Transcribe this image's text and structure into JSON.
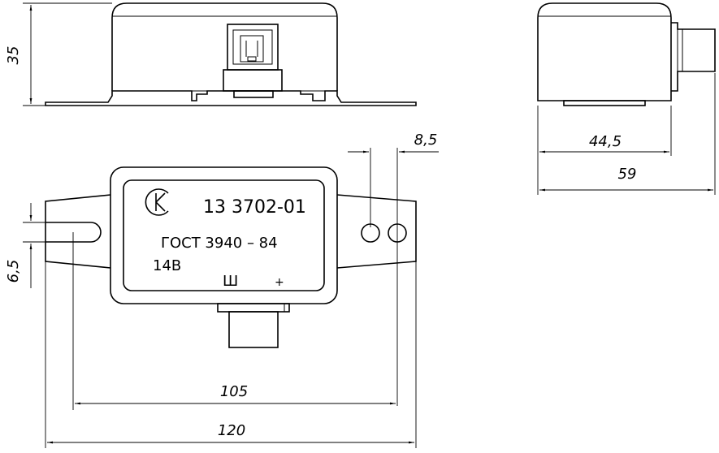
{
  "front_label": {
    "model": "13 3702-01",
    "standard": "ГОСТ 3940 – 84",
    "voltage": "14В",
    "terminal_w": "Ш",
    "terminal_plus": "+"
  },
  "dimensions": {
    "height_top_view": "35",
    "hole_spacing": "8,5",
    "side_depth_1": "44,5",
    "side_depth_2": "59",
    "slot_width": "6,5",
    "mount_spacing": "105",
    "overall_length": "120"
  }
}
